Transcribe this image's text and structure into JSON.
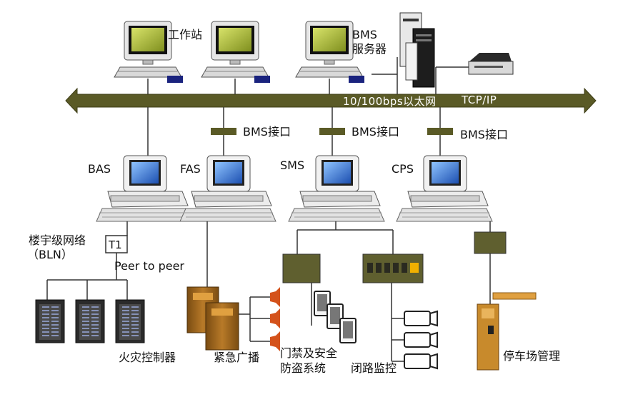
{
  "network": {
    "label": "10/100bps以太网",
    "protocol": "TCP/IP"
  },
  "nodes": {
    "workstation": "工作站",
    "bms_server_line1": "BMS",
    "bms_server_line2": "服务器",
    "bas": "BAS",
    "fas": "FAS",
    "sms": "SMS",
    "cps": "CPS"
  },
  "interfaces": [
    "BMS接口",
    "BMS接口",
    "BMS接口"
  ],
  "bln": {
    "line1": "楼宇级网络",
    "line2": "（BLN）",
    "t1": "T1",
    "peer": "Peer to peer"
  },
  "subsystems": {
    "fire": "火灾控制器",
    "broadcast": "紧急广播",
    "access_line1": "门禁及安全",
    "access_line2": "防盗系统",
    "cctv": "闭路监控",
    "parking": "停车场管理"
  },
  "colors": {
    "bus": "#5a5a26",
    "panel": "#5f6030",
    "cabinet": "#a56b1e",
    "siren": "#d4521b",
    "plc": "#5f5f2f"
  }
}
